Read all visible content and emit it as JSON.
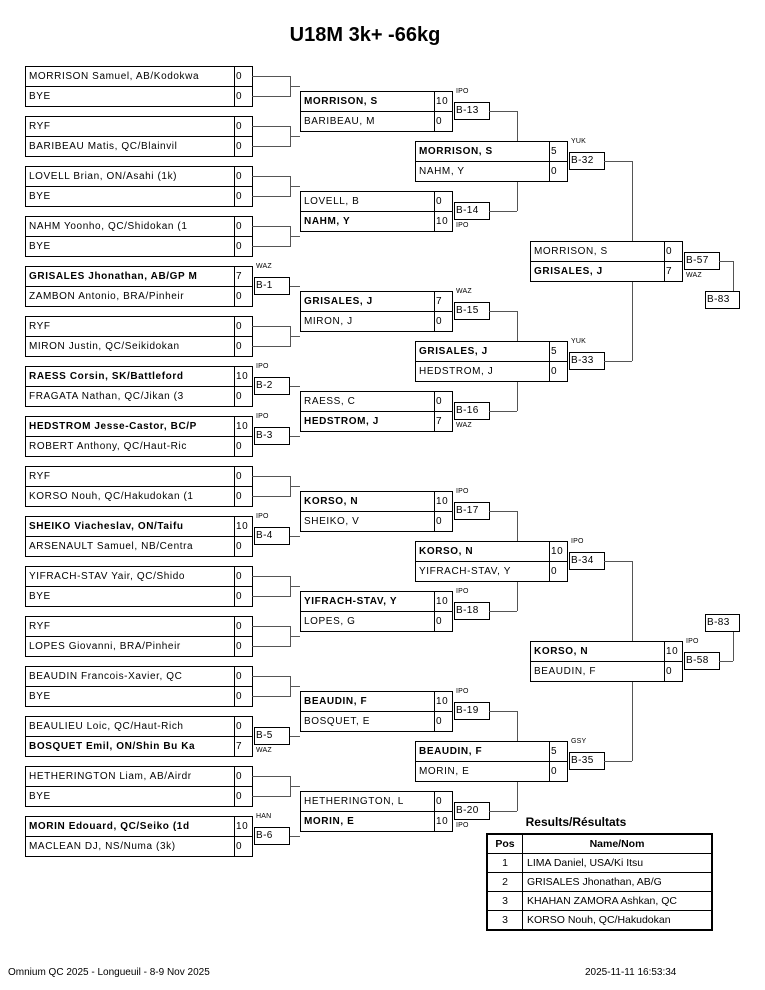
{
  "title": "U18M 3k+ -66kg",
  "round1": [
    {
      "top": {
        "name": "MORRISON Samuel, AB/Kodokwa",
        "score": "0"
      },
      "bottom": {
        "name": "BYE",
        "score": "0"
      }
    },
    {
      "top": {
        "name": "RYF",
        "score": "0"
      },
      "bottom": {
        "name": "BARIBEAU Matis, QC/Blainvil",
        "score": "0"
      }
    },
    {
      "top": {
        "name": "LOVELL Brian, ON/Asahi (1k)",
        "score": "0"
      },
      "bottom": {
        "name": "BYE",
        "score": "0"
      }
    },
    {
      "top": {
        "name": "NAHM Yoonho, QC/Shidokan (1",
        "score": "0"
      },
      "bottom": {
        "name": "BYE",
        "score": "0"
      }
    },
    {
      "top": {
        "name": "GRISALES Jhonathan, AB/GP M",
        "score": "7",
        "winner": true
      },
      "bottom": {
        "name": "ZAMBON Antonio, BRA/Pinheir",
        "score": "0"
      },
      "label": "B-1",
      "tag": "WAZ"
    },
    {
      "top": {
        "name": "RYF",
        "score": "0"
      },
      "bottom": {
        "name": "MIRON Justin, QC/Seikidokan",
        "score": "0"
      }
    },
    {
      "top": {
        "name": "RAESS Corsin, SK/Battleford",
        "score": "10",
        "winner": true
      },
      "bottom": {
        "name": "FRAGATA Nathan, QC/Jikan (3",
        "score": "0"
      },
      "label": "B-2",
      "tag": "IPO"
    },
    {
      "top": {
        "name": "HEDSTROM Jesse-Castor, BC/P",
        "score": "10",
        "winner": true
      },
      "bottom": {
        "name": "ROBERT Anthony, QC/Haut-Ric",
        "score": "0"
      },
      "label": "B-3",
      "tag": "IPO"
    },
    {
      "top": {
        "name": "RYF",
        "score": "0"
      },
      "bottom": {
        "name": "KORSO Nouh, QC/Hakudokan (1",
        "score": "0"
      }
    },
    {
      "top": {
        "name": "SHEIKO Viacheslav, ON/Taifu",
        "score": "10",
        "winner": true
      },
      "bottom": {
        "name": "ARSENAULT Samuel, NB/Centra",
        "score": "0"
      },
      "label": "B-4",
      "tag": "IPO"
    },
    {
      "top": {
        "name": "YIFRACH-STAV Yair, QC/Shido",
        "score": "0"
      },
      "bottom": {
        "name": "BYE",
        "score": "0"
      }
    },
    {
      "top": {
        "name": "RYF",
        "score": "0"
      },
      "bottom": {
        "name": "LOPES Giovanni, BRA/Pinheir",
        "score": "0"
      }
    },
    {
      "top": {
        "name": "BEAUDIN Francois-Xavier, QC",
        "score": "0"
      },
      "bottom": {
        "name": "BYE",
        "score": "0"
      }
    },
    {
      "top": {
        "name": "BEAULIEU Loic, QC/Haut-Rich",
        "score": "0"
      },
      "bottom": {
        "name": "BOSQUET Emil, ON/Shin Bu Ka",
        "score": "7",
        "winner": true
      },
      "label": "B-5",
      "tag": "WAZ"
    },
    {
      "top": {
        "name": "HETHERINGTON Liam, AB/Airdr",
        "score": "0"
      },
      "bottom": {
        "name": "BYE",
        "score": "0"
      }
    },
    {
      "top": {
        "name": "MORIN Edouard, QC/Seiko (1d",
        "score": "10",
        "winner": true
      },
      "bottom": {
        "name": "MACLEAN DJ, NS/Numa (3k)",
        "score": "0"
      },
      "label": "B-6",
      "tag": "HAN"
    }
  ],
  "round2": [
    {
      "top": {
        "name": "MORRISON, S",
        "score": "10",
        "winner": true
      },
      "bottom": {
        "name": "BARIBEAU, M",
        "score": "0"
      },
      "label": "B-13",
      "tag": "IPO"
    },
    {
      "top": {
        "name": "LOVELL, B",
        "score": "0"
      },
      "bottom": {
        "name": "NAHM, Y",
        "score": "10",
        "winner": true
      },
      "label": "B-14",
      "tag": "IPO"
    },
    {
      "top": {
        "name": "GRISALES, J",
        "score": "7",
        "winner": true
      },
      "bottom": {
        "name": "MIRON, J",
        "score": "0"
      },
      "label": "B-15",
      "tag": "WAZ"
    },
    {
      "top": {
        "name": "RAESS, C",
        "score": "0"
      },
      "bottom": {
        "name": "HEDSTROM, J",
        "score": "7",
        "winner": true
      },
      "label": "B-16",
      "tag": "WAZ"
    },
    {
      "top": {
        "name": "KORSO, N",
        "score": "10",
        "winner": true
      },
      "bottom": {
        "name": "SHEIKO, V",
        "score": "0"
      },
      "label": "B-17",
      "tag": "IPO"
    },
    {
      "top": {
        "name": "YIFRACH-STAV, Y",
        "score": "10",
        "winner": true
      },
      "bottom": {
        "name": "LOPES, G",
        "score": "0"
      },
      "label": "B-18",
      "tag": "IPO"
    },
    {
      "top": {
        "name": "BEAUDIN, F",
        "score": "10",
        "winner": true
      },
      "bottom": {
        "name": "BOSQUET, E",
        "score": "0"
      },
      "label": "B-19",
      "tag": "IPO"
    },
    {
      "top": {
        "name": "HETHERINGTON, L",
        "score": "0"
      },
      "bottom": {
        "name": "MORIN, E",
        "score": "10",
        "winner": true
      },
      "label": "B-20",
      "tag": "IPO"
    }
  ],
  "round3": [
    {
      "top": {
        "name": "MORRISON, S",
        "score": "5",
        "winner": true
      },
      "bottom": {
        "name": "NAHM, Y",
        "score": "0"
      },
      "label": "B-32",
      "tag": "YUK"
    },
    {
      "top": {
        "name": "GRISALES, J",
        "score": "5",
        "winner": true
      },
      "bottom": {
        "name": "HEDSTROM, J",
        "score": "0"
      },
      "label": "B-33",
      "tag": "YUK"
    },
    {
      "top": {
        "name": "KORSO, N",
        "score": "10",
        "winner": true
      },
      "bottom": {
        "name": "YIFRACH-STAV, Y",
        "score": "0"
      },
      "label": "B-34",
      "tag": "IPO"
    },
    {
      "top": {
        "name": "BEAUDIN, F",
        "score": "5",
        "winner": true
      },
      "bottom": {
        "name": "MORIN, E",
        "score": "0"
      },
      "label": "B-35",
      "tag": "GSY"
    }
  ],
  "round4": [
    {
      "top": {
        "name": "MORRISON, S",
        "score": "0"
      },
      "bottom": {
        "name": "GRISALES, J",
        "score": "7",
        "winner": true
      },
      "label": "B-57",
      "tag": "WAZ",
      "next": "B-83"
    },
    {
      "top": {
        "name": "KORSO, N",
        "score": "10",
        "winner": true
      },
      "bottom": {
        "name": "BEAUDIN, F",
        "score": "0"
      },
      "label": "B-58",
      "tag": "IPO",
      "next": "B-83"
    }
  ],
  "results": {
    "title": "Results/Résultats",
    "headers": {
      "pos": "Pos",
      "name": "Name/Nom"
    },
    "rows": [
      {
        "pos": "1",
        "name": "LIMA Daniel, USA/Ki Itsu"
      },
      {
        "pos": "2",
        "name": "GRISALES Jhonathan, AB/G"
      },
      {
        "pos": "3",
        "name": "KHAHAN ZAMORA Ashkan, QC"
      },
      {
        "pos": "3",
        "name": "KORSO Nouh, QC/Hakudokan"
      }
    ]
  },
  "footer": {
    "event": "Omnium QC 2025 - Longueuil - 8-9 Nov 2025",
    "timestamp": "2025-11-11 16:53:34"
  }
}
